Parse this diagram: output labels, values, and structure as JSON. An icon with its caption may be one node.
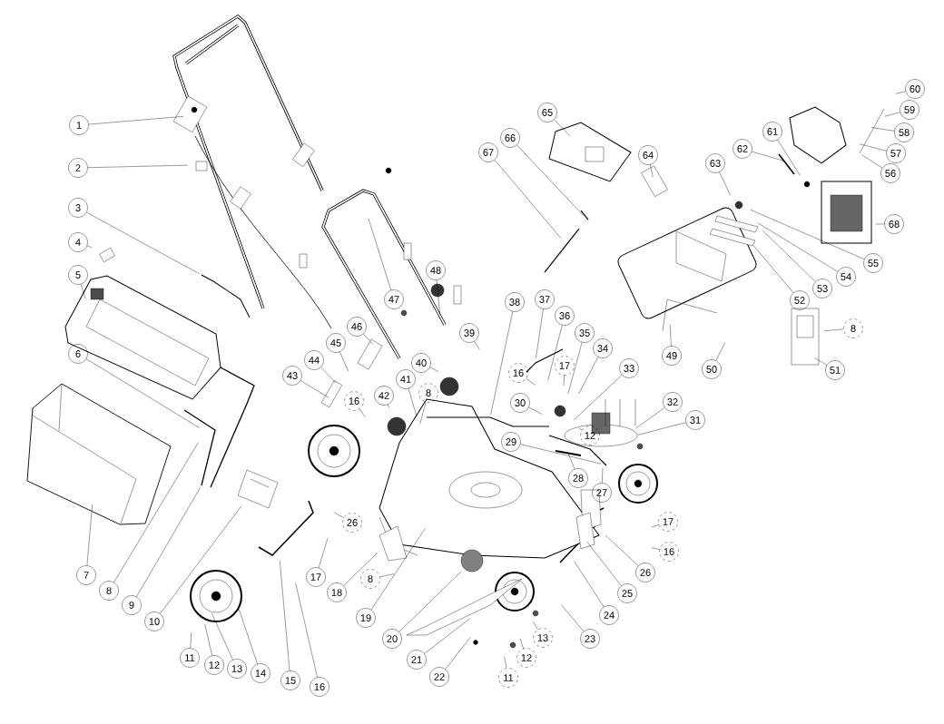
{
  "diagram": {
    "nodes": [
      {
        "text": [
          "1"
        ]
      },
      {
        "text": [
          "2"
        ]
      },
      {
        "text": [
          "3"
        ]
      },
      {
        "text": [
          "4"
        ]
      },
      {
        "text": [
          "5"
        ]
      },
      {
        "text": [
          "6"
        ]
      },
      {
        "text": [
          "7"
        ]
      },
      {
        "text": [
          "8"
        ]
      },
      {
        "text": [
          "9"
        ]
      },
      {
        "text": [
          "10"
        ]
      },
      {
        "text": [
          "11"
        ]
      },
      {
        "text": [
          "12"
        ]
      },
      {
        "text": [
          "13"
        ]
      },
      {
        "text": [
          "14"
        ]
      },
      {
        "text": [
          "15"
        ]
      },
      {
        "text": [
          "16"
        ]
      },
      {
        "text": [
          "17"
        ]
      },
      {
        "text": [
          "18"
        ]
      },
      {
        "text": [
          "19"
        ]
      },
      {
        "text": [
          "20"
        ]
      },
      {
        "text": [
          "21"
        ]
      },
      {
        "text": [
          "22"
        ]
      },
      {
        "text": [
          "23"
        ]
      },
      {
        "text": [
          "24"
        ]
      },
      {
        "text": [
          "25"
        ]
      },
      {
        "text": [
          "26"
        ]
      },
      {
        "text": [
          "27"
        ]
      },
      {
        "text": [
          "28"
        ]
      },
      {
        "text": [
          "29"
        ]
      },
      {
        "text": [
          "30"
        ]
      },
      {
        "text": [
          "31"
        ]
      },
      {
        "text": [
          "32"
        ]
      },
      {
        "text": [
          "33"
        ]
      },
      {
        "text": [
          "34"
        ]
      },
      {
        "text": [
          "35"
        ]
      },
      {
        "text": [
          "36"
        ]
      },
      {
        "text": [
          "37"
        ]
      },
      {
        "text": [
          "38"
        ]
      },
      {
        "text": [
          "39"
        ]
      },
      {
        "text": [
          "40"
        ]
      },
      {
        "text": [
          "41"
        ]
      },
      {
        "text": [
          "42"
        ]
      },
      {
        "text": [
          "43"
        ]
      },
      {
        "text": [
          "44"
        ]
      },
      {
        "text": [
          "45"
        ]
      },
      {
        "text": [
          "46"
        ]
      },
      {
        "text": [
          "47"
        ]
      },
      {
        "text": [
          "48"
        ]
      },
      {
        "text": [
          "49"
        ]
      },
      {
        "text": [
          "50"
        ]
      },
      {
        "text": [
          "51"
        ]
      },
      {
        "text": [
          "52"
        ]
      },
      {
        "text": [
          "53"
        ]
      },
      {
        "text": [
          "54"
        ]
      },
      {
        "text": [
          "55"
        ]
      },
      {
        "text": [
          "56"
        ]
      },
      {
        "text": [
          "57"
        ]
      },
      {
        "text": [
          "58"
        ]
      },
      {
        "text": [
          "59"
        ]
      },
      {
        "text": [
          "60"
        ]
      },
      {
        "text": [
          "61"
        ]
      },
      {
        "text": [
          "62"
        ]
      },
      {
        "text": [
          "63"
        ]
      },
      {
        "text": [
          "64"
        ]
      },
      {
        "text": [
          "65"
        ]
      },
      {
        "text": [
          "66"
        ]
      },
      {
        "text": [
          "67"
        ]
      },
      {
        "text": [
          "68"
        ]
      },
      {
        "text": [
          "8"
        ]
      },
      {
        "text": [
          "16"
        ]
      },
      {
        "text": [
          "26"
        ]
      },
      {
        "text": [
          "8"
        ]
      },
      {
        "text": [
          "16"
        ]
      },
      {
        "text": [
          "17"
        ]
      },
      {
        "text": [
          "12"
        ]
      },
      {
        "text": [
          "17"
        ]
      },
      {
        "text": [
          "16"
        ]
      },
      {
        "text": [
          "13"
        ]
      },
      {
        "text": [
          "12"
        ]
      },
      {
        "text": [
          "11"
        ]
      },
      {
        "text": [
          "8"
        ]
      }
    ],
    "edges": [
      {
        "from": 0,
        "to": null,
        "arrow": "none"
      },
      {
        "from": 1,
        "to": null,
        "arrow": "none"
      },
      {
        "from": 2,
        "to": null,
        "arrow": "none"
      },
      {
        "from": 3,
        "to": null,
        "arrow": "none"
      },
      {
        "from": 4,
        "to": null,
        "arrow": "none"
      },
      {
        "from": 5,
        "to": null,
        "arrow": "none"
      },
      {
        "from": 6,
        "to": null,
        "arrow": "none"
      },
      {
        "from": 7,
        "to": null,
        "arrow": "none"
      },
      {
        "from": 8,
        "to": null,
        "arrow": "none"
      },
      {
        "from": 9,
        "to": null,
        "arrow": "none"
      },
      {
        "from": 10,
        "to": null,
        "arrow": "none"
      },
      {
        "from": 11,
        "to": null,
        "arrow": "none"
      },
      {
        "from": 12,
        "to": null,
        "arrow": "none"
      },
      {
        "from": 13,
        "to": null,
        "arrow": "none"
      },
      {
        "from": 14,
        "to": null,
        "arrow": "none"
      },
      {
        "from": 15,
        "to": null,
        "arrow": "none"
      },
      {
        "from": 16,
        "to": null,
        "arrow": "none"
      },
      {
        "from": 17,
        "to": null,
        "arrow": "none"
      },
      {
        "from": 18,
        "to": null,
        "arrow": "none"
      },
      {
        "from": 19,
        "to": null,
        "arrow": "none"
      },
      {
        "from": 20,
        "to": null,
        "arrow": "none"
      },
      {
        "from": 21,
        "to": null,
        "arrow": "none"
      },
      {
        "from": 22,
        "to": null,
        "arrow": "none"
      },
      {
        "from": 23,
        "to": null,
        "arrow": "none"
      },
      {
        "from": 24,
        "to": null,
        "arrow": "none"
      },
      {
        "from": 25,
        "to": null,
        "arrow": "none"
      },
      {
        "from": 26,
        "to": null,
        "arrow": "none"
      },
      {
        "from": 27,
        "to": null,
        "arrow": "none"
      },
      {
        "from": 28,
        "to": null,
        "arrow": "none"
      },
      {
        "from": 29,
        "to": null,
        "arrow": "none"
      },
      {
        "from": 30,
        "to": null,
        "arrow": "none"
      },
      {
        "from": 31,
        "to": null,
        "arrow": "none"
      },
      {
        "from": 32,
        "to": null,
        "arrow": "none"
      },
      {
        "from": 33,
        "to": null,
        "arrow": "none"
      },
      {
        "from": 34,
        "to": null,
        "arrow": "none"
      },
      {
        "from": 35,
        "to": null,
        "arrow": "none"
      },
      {
        "from": 36,
        "to": null,
        "arrow": "none"
      },
      {
        "from": 37,
        "to": null,
        "arrow": "none"
      },
      {
        "from": 38,
        "to": null,
        "arrow": "none"
      },
      {
        "from": 39,
        "to": null,
        "arrow": "none"
      },
      {
        "from": 40,
        "to": null,
        "arrow": "none"
      },
      {
        "from": 41,
        "to": null,
        "arrow": "none"
      },
      {
        "from": 42,
        "to": null,
        "arrow": "none"
      },
      {
        "from": 43,
        "to": null,
        "arrow": "none"
      },
      {
        "from": 44,
        "to": null,
        "arrow": "none"
      },
      {
        "from": 45,
        "to": null,
        "arrow": "none"
      },
      {
        "from": 46,
        "to": null,
        "arrow": "none"
      },
      {
        "from": 47,
        "to": null,
        "arrow": "none"
      },
      {
        "from": 48,
        "to": null,
        "arrow": "none"
      },
      {
        "from": 49,
        "to": null,
        "arrow": "none"
      },
      {
        "from": 50,
        "to": null,
        "arrow": "none"
      },
      {
        "from": 51,
        "to": null,
        "arrow": "none"
      },
      {
        "from": 52,
        "to": null,
        "arrow": "none"
      },
      {
        "from": 53,
        "to": null,
        "arrow": "none"
      },
      {
        "from": 54,
        "to": null,
        "arrow": "none"
      },
      {
        "from": 55,
        "to": null,
        "arrow": "none"
      },
      {
        "from": 56,
        "to": null,
        "arrow": "none"
      },
      {
        "from": 57,
        "to": null,
        "arrow": "none"
      },
      {
        "from": 58,
        "to": null,
        "arrow": "none"
      },
      {
        "from": 59,
        "to": null,
        "arrow": "none"
      },
      {
        "from": 60,
        "to": null,
        "arrow": "none"
      },
      {
        "from": 61,
        "to": null,
        "arrow": "none"
      },
      {
        "from": 62,
        "to": null,
        "arrow": "none"
      },
      {
        "from": 63,
        "to": null,
        "arrow": "none"
      },
      {
        "from": 64,
        "to": null,
        "arrow": "none"
      },
      {
        "from": 65,
        "to": null,
        "arrow": "none"
      },
      {
        "from": 66,
        "to": null,
        "arrow": "none"
      },
      {
        "from": 67,
        "to": null,
        "arrow": "none"
      },
      {
        "from": 68,
        "to": null,
        "arrow": "none"
      },
      {
        "from": 69,
        "to": null,
        "arrow": "none"
      },
      {
        "from": 70,
        "to": null,
        "arrow": "none"
      },
      {
        "from": 71,
        "to": null,
        "arrow": "none"
      },
      {
        "from": 72,
        "to": null,
        "arrow": "none"
      },
      {
        "from": 73,
        "to": null,
        "arrow": "none"
      },
      {
        "from": 74,
        "to": null,
        "arrow": "none"
      },
      {
        "from": 75,
        "to": null,
        "arrow": "none"
      },
      {
        "from": 76,
        "to": null,
        "arrow": "none"
      },
      {
        "from": 77,
        "to": null,
        "arrow": "none"
      },
      {
        "from": 78,
        "to": null,
        "arrow": "none"
      },
      {
        "from": 79,
        "to": null,
        "arrow": "none"
      },
      {
        "from": 80,
        "to": null,
        "arrow": "none"
      }
    ]
  }
}
